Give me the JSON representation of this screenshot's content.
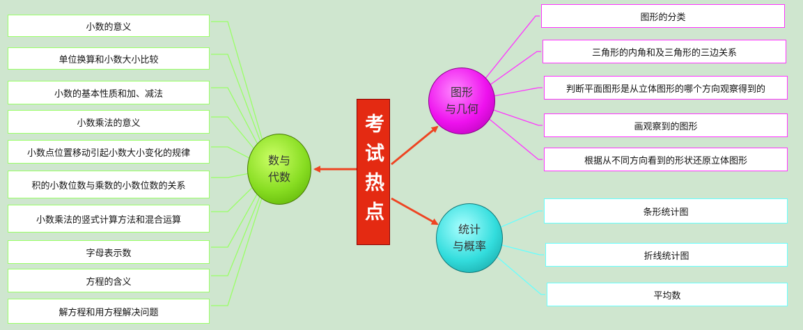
{
  "center": {
    "label": "考试热点"
  },
  "hubs": {
    "algebra": {
      "line1": "数与",
      "line2": "代数"
    },
    "geometry": {
      "line1": "图形",
      "line2": "与几何"
    },
    "stats": {
      "line1": "统计",
      "line2": "与概率"
    }
  },
  "algebra_items": [
    "小数的意义",
    "单位换算和小数大小比较",
    "小数的基本性质和加、减法",
    "小数乘法的意义",
    "小数点位置移动引起小数大小变化的规律",
    "积的小数位数与乘数的小数位数的关系",
    "小数乘法的竖式计算方法和混合运算",
    "字母表示数",
    "方程的含义",
    "解方程和用方程解决问题"
  ],
  "geometry_items": [
    "图形的分类",
    "三角形的内角和及三角形的三边关系",
    "判断平面图形是从立体图形的哪个方向观察得到的",
    "画观察到的图形",
    "根据从不同方向看到的形状还原立体图形"
  ],
  "stats_items": [
    "条形统计图",
    "折线统计图",
    "平均数"
  ],
  "colors": {
    "background": "#cfe6cf",
    "arrow": "#ee4422",
    "algebra_line": "#99ff66",
    "geometry_line": "#ff33ff",
    "stats_line": "#66ffff"
  }
}
